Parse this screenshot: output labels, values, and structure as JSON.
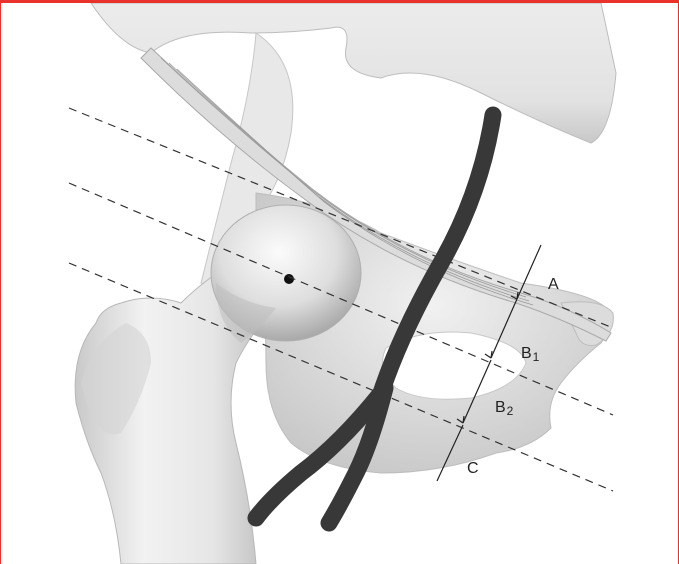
{
  "diagram": {
    "labels": {
      "a": "A",
      "b1_main": "B",
      "b1_sub": "1",
      "b2_main": "B",
      "b2_sub": "2",
      "c": "C"
    },
    "colors": {
      "frame": "#e8322b",
      "bone_light": "#f4f4f4",
      "bone_mid": "#d9d9d9",
      "bone_shadow": "#b5b5b5",
      "guide_wire": "#3a3a3a",
      "dashed_line": "#333333",
      "ligament": "#d8d8d8"
    },
    "elements": {
      "femur": "femur-bone",
      "pelvis": "pelvis-bone",
      "femoral_head": "femoral-head",
      "ligament": "inguinal-ligament",
      "catheter": "guide-wire"
    }
  }
}
